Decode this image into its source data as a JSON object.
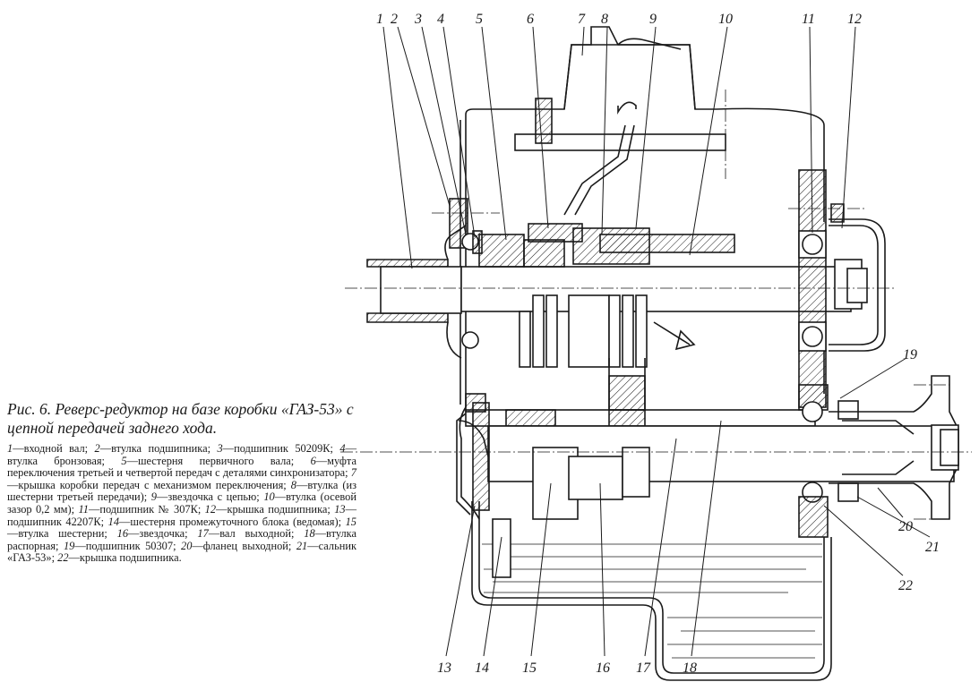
{
  "caption": {
    "title": "Рис. 6. Реверс-редуктор на базе коробки «ГАЗ-53» с цепной передачей заднего хода."
  },
  "legend": [
    {
      "num": "1",
      "text": "входной вал;"
    },
    {
      "num": "2",
      "text": "втулка подшипника;"
    },
    {
      "num": "3",
      "text": "подшипник 50209К;"
    },
    {
      "num": "4",
      "text": "втулка бронзовая;"
    },
    {
      "num": "5",
      "text": "шестерня первичного вала;"
    },
    {
      "num": "6",
      "text": "муфта переключения третьей и четвертой передач с деталями синхронизатора;"
    },
    {
      "num": "7",
      "text": "крышка коробки передач с механизмом переключения;"
    },
    {
      "num": "8",
      "text": "втулка (из шестерни третьей передачи);"
    },
    {
      "num": "9",
      "text": "звездочка с цепью;"
    },
    {
      "num": "10",
      "text": "втулка (осевой зазор 0,2 мм);"
    },
    {
      "num": "11",
      "text": "подшипник № 307К;"
    },
    {
      "num": "12",
      "text": "крышка подшипника;"
    },
    {
      "num": "13",
      "text": "подшипник 42207К;"
    },
    {
      "num": "14",
      "text": "шестерня промежуточного блока (ведомая);"
    },
    {
      "num": "15",
      "text": "втулка шестерни;"
    },
    {
      "num": "16",
      "text": "звездочка;"
    },
    {
      "num": "17",
      "text": "вал выходной;"
    },
    {
      "num": "18",
      "text": "втулка распорная;"
    },
    {
      "num": "19",
      "text": "подшипник 50307;"
    },
    {
      "num": "20",
      "text": "фланец выходной;"
    },
    {
      "num": "21",
      "text": "сальник «ГАЗ-53»;"
    },
    {
      "num": "22",
      "text": "крышка подшипника."
    }
  ],
  "drawing": {
    "callouts": [
      "1",
      "2",
      "3",
      "4",
      "5",
      "6",
      "7",
      "8",
      "9",
      "10",
      "11",
      "12",
      "13",
      "14",
      "15",
      "16",
      "17",
      "18",
      "19",
      "20",
      "21",
      "22"
    ]
  }
}
